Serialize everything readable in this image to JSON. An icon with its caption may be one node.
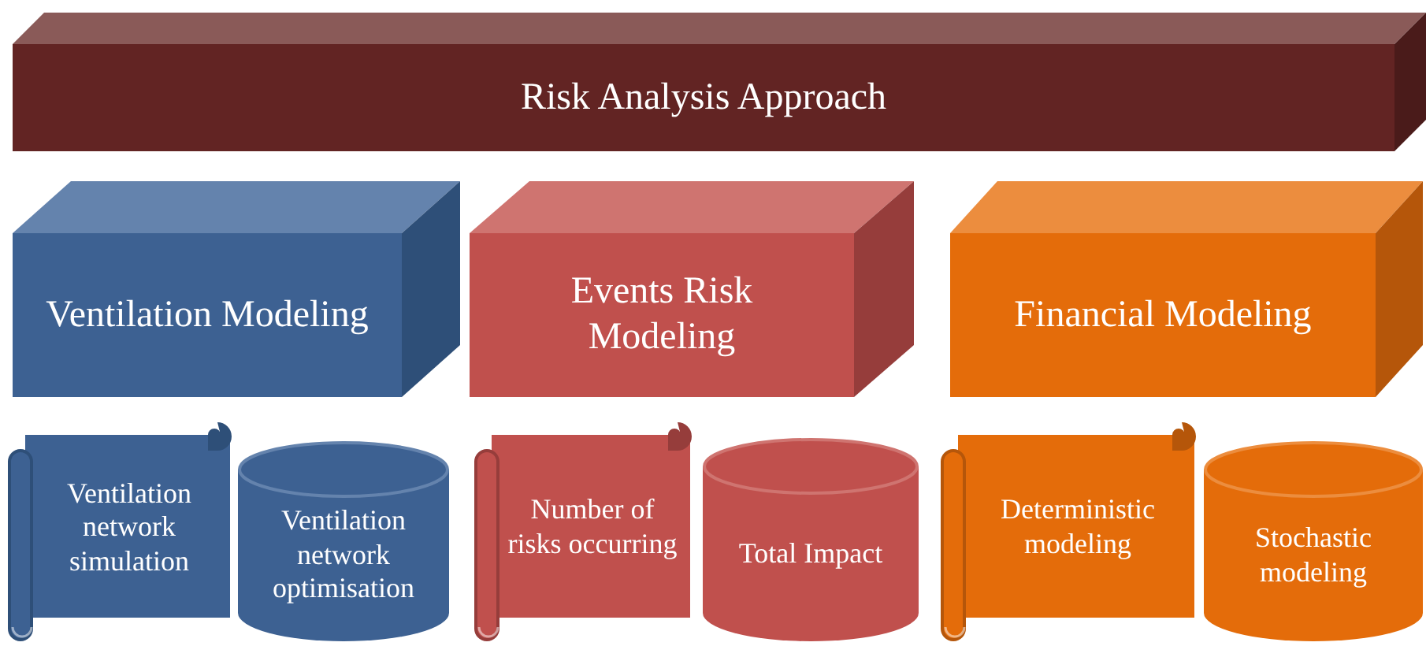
{
  "diagram": {
    "nodes": [
      {
        "text": [
          "Risk Analysis Approach"
        ]
      },
      {
        "text": [
          "Ventilation Modeling"
        ]
      },
      {
        "text": [
          "Events Risk Modeling"
        ]
      },
      {
        "text": [
          "Financial Modeling"
        ]
      },
      {
        "text": [
          "Ventilation network simulation"
        ]
      },
      {
        "text": [
          "Ventilation network optimisation"
        ]
      },
      {
        "text": [
          "Number of risks occurring"
        ]
      },
      {
        "text": [
          "Total Impact"
        ]
      },
      {
        "text": [
          "Deterministic modeling"
        ]
      },
      {
        "text": [
          "Stochastic modeling"
        ]
      }
    ]
  }
}
